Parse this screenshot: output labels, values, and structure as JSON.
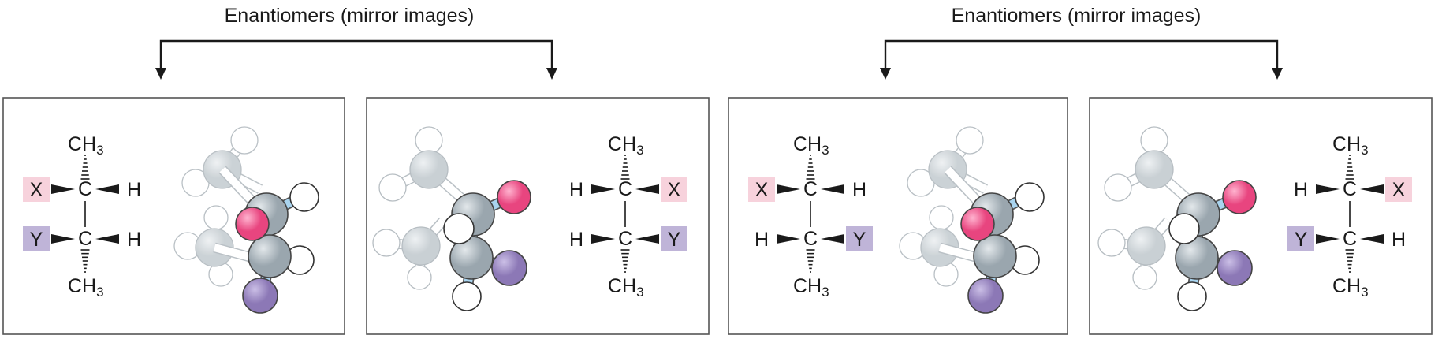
{
  "captions": [
    {
      "text": "Enantiomers (mirror images)"
    },
    {
      "text": "Enantiomers (mirror images)"
    }
  ],
  "labels": {
    "carbon": "C",
    "hydrogen": "H",
    "methyl_main": "CH",
    "methyl_sub": "3",
    "group_x": "X",
    "group_y": "Y"
  },
  "colors": {
    "x_box": "#f7d2dc",
    "y_box": "#bfb4d8",
    "x_ball": "#e8457f",
    "y_ball": "#8c78b6",
    "carbon_ball": "#9aa6ae",
    "hydrogen_ball": "#ffffff",
    "ghost_ball": "#c9d0d4",
    "bond_stick": "#a9d4ef"
  },
  "panels": [
    {
      "name": "panel-1",
      "top_left": "X",
      "top_right": "H",
      "bottom_left": "Y",
      "bottom_right": "H",
      "model": "model-a"
    },
    {
      "name": "panel-2",
      "top_left": "H",
      "top_right": "X",
      "bottom_left": "H",
      "bottom_right": "Y",
      "model": "model-b"
    },
    {
      "name": "panel-3",
      "top_left": "X",
      "top_right": "H",
      "bottom_left": "H",
      "bottom_right": "Y",
      "model": "model-a"
    },
    {
      "name": "panel-4",
      "top_left": "H",
      "top_right": "X",
      "bottom_left": "Y",
      "bottom_right": "H",
      "model": "model-b"
    }
  ]
}
